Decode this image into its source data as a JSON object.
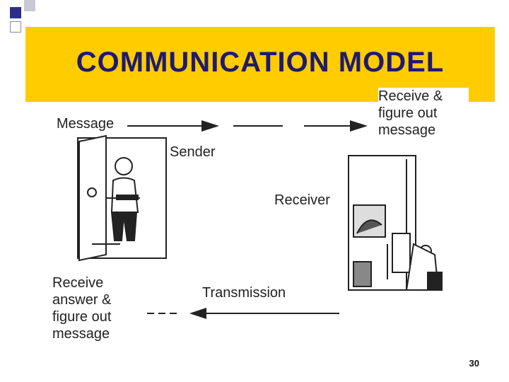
{
  "slide": {
    "title": "COMMUNICATION MODEL",
    "page_number": "30"
  },
  "labels": {
    "message": "Message",
    "sender": "Sender",
    "receive_figure_out": "Receive &\nfigure out\nmessage",
    "receiver": "Receiver",
    "transmission": "Transmission",
    "receive_answer": "Receive\nanswer &\nfigure out\nmessage"
  },
  "colors": {
    "title_bar": "#ffcc00",
    "title_text": "#1f1a70",
    "accent_square": "#2e2e8a"
  },
  "icons": {
    "sender_illustration": "person-in-doorway",
    "receiver_illustration": "person-in-armchair-reading"
  }
}
